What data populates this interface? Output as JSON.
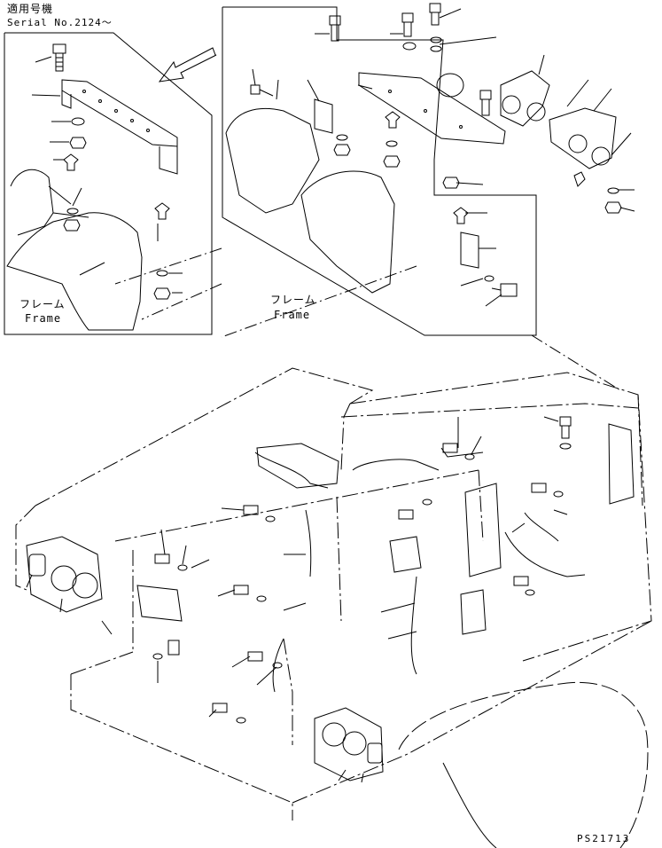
{
  "header": {
    "serial_japanese": "適用号機",
    "serial_english": "Serial No.2124～"
  },
  "labels": {
    "frame_japanese": "フレーム",
    "frame_english": "Frame"
  },
  "footer": {
    "doc_code": "PS21713"
  }
}
